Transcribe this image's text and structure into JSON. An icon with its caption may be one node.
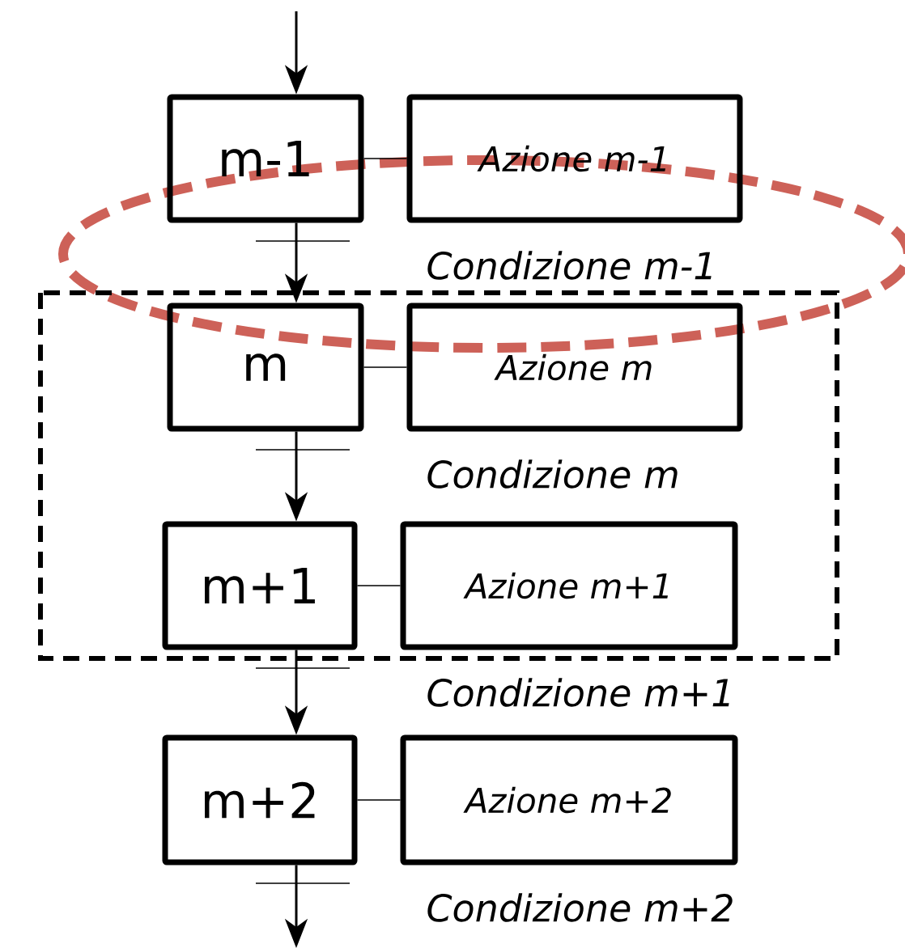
{
  "diagram": {
    "nodes": [
      {
        "text": [
          "m-1"
        ]
      },
      {
        "text": [
          "Azione m-1"
        ]
      },
      {
        "text": [
          "m"
        ]
      },
      {
        "text": [
          "Azione m"
        ]
      },
      {
        "text": [
          "m+1"
        ]
      },
      {
        "text": [
          "Azione m+1"
        ]
      },
      {
        "text": [
          "m+2"
        ]
      },
      {
        "text": [
          "Azione m+2"
        ]
      }
    ],
    "edges": [
      {
        "from": null,
        "to": 0,
        "arrow": "to"
      },
      {
        "from": 0,
        "to": 1,
        "arrow": "none"
      },
      {
        "from": 0,
        "to": 2,
        "arrow": "to",
        "label": "Condizione m-1"
      },
      {
        "from": 2,
        "to": 3,
        "arrow": "none"
      },
      {
        "from": 2,
        "to": 4,
        "arrow": "to",
        "label": "Condizione m"
      },
      {
        "from": 4,
        "to": 5,
        "arrow": "none"
      },
      {
        "from": 4,
        "to": 6,
        "arrow": "to",
        "label": "Condizione m+1"
      },
      {
        "from": 6,
        "to": 7,
        "arrow": "none"
      },
      {
        "from": 6,
        "to": null,
        "arrow": "to",
        "label": "Condizione m+2"
      }
    ]
  }
}
